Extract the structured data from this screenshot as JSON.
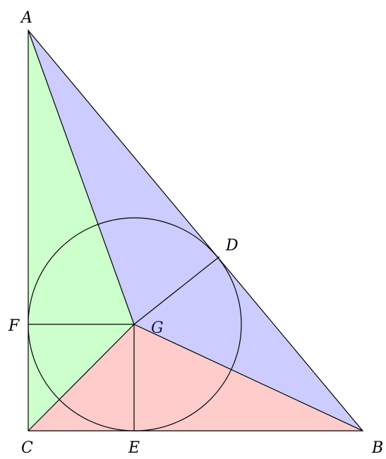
{
  "diagram": {
    "labels": {
      "A": "A",
      "B": "B",
      "C": "C",
      "D": "D",
      "E": "E",
      "F": "F",
      "G": "G"
    },
    "colors": {
      "region_AGC": "#ccffcc",
      "region_AGB": "#ccccff",
      "region_CGB": "#ffcccc",
      "stroke": "#000000",
      "incenter_label": "#141452"
    }
  }
}
